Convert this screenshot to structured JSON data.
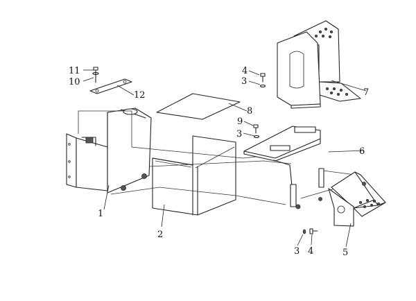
{
  "callouts": [
    {
      "id": "c1",
      "label": "1"
    },
    {
      "id": "c2",
      "label": "2"
    },
    {
      "id": "c3a",
      "label": "3"
    },
    {
      "id": "c3b",
      "label": "3"
    },
    {
      "id": "c3c",
      "label": "3"
    },
    {
      "id": "c4a",
      "label": "4"
    },
    {
      "id": "c4b",
      "label": "4"
    },
    {
      "id": "c5",
      "label": "5"
    },
    {
      "id": "c6",
      "label": "6"
    },
    {
      "id": "c7",
      "label": "7"
    },
    {
      "id": "c8",
      "label": "8"
    },
    {
      "id": "c9",
      "label": "9"
    },
    {
      "id": "c10",
      "label": "10"
    },
    {
      "id": "c11",
      "label": "11"
    },
    {
      "id": "c12",
      "label": "12"
    }
  ]
}
